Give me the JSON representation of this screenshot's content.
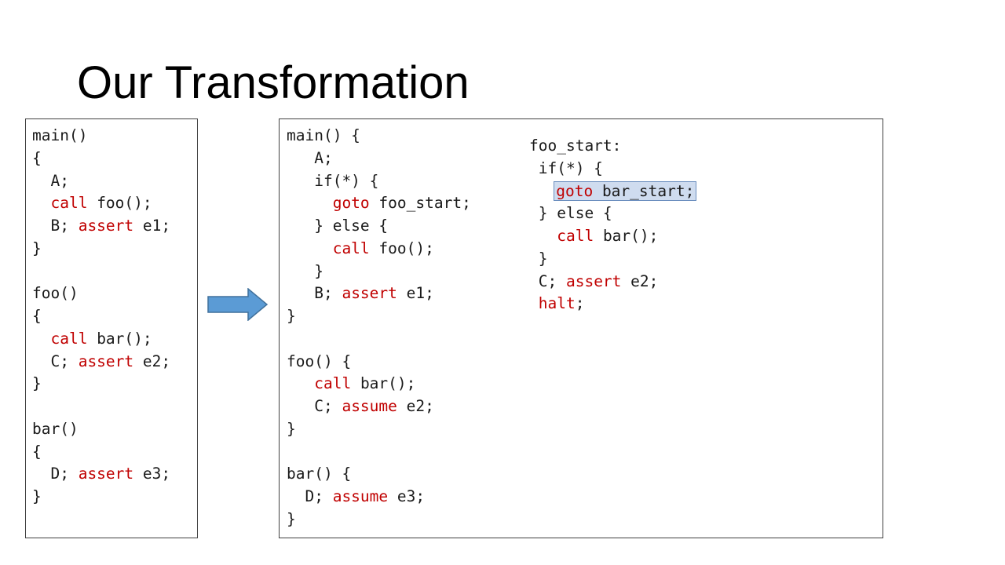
{
  "slide": {
    "title": "Our Transformation"
  },
  "left_code": {
    "lines": [
      [
        {
          "t": "main()"
        }
      ],
      [
        {
          "t": "{"
        }
      ],
      [
        {
          "t": "  A;"
        }
      ],
      [
        {
          "t": "  "
        },
        {
          "t": "call",
          "k": true
        },
        {
          "t": " foo();"
        }
      ],
      [
        {
          "t": "  B; "
        },
        {
          "t": "assert",
          "k": true
        },
        {
          "t": " e1;"
        }
      ],
      [
        {
          "t": "}"
        }
      ],
      [
        {
          "t": ""
        }
      ],
      [
        {
          "t": "foo()"
        }
      ],
      [
        {
          "t": "{"
        }
      ],
      [
        {
          "t": "  "
        },
        {
          "t": "call",
          "k": true
        },
        {
          "t": " bar();"
        }
      ],
      [
        {
          "t": "  C; "
        },
        {
          "t": "assert",
          "k": true
        },
        {
          "t": " e2;"
        }
      ],
      [
        {
          "t": "}"
        }
      ],
      [
        {
          "t": ""
        }
      ],
      [
        {
          "t": "bar()"
        }
      ],
      [
        {
          "t": "{"
        }
      ],
      [
        {
          "t": "  D; "
        },
        {
          "t": "assert",
          "k": true
        },
        {
          "t": " e3;"
        }
      ],
      [
        {
          "t": "}"
        }
      ]
    ]
  },
  "right_main_code": {
    "lines": [
      [
        {
          "t": "main() {"
        }
      ],
      [
        {
          "t": "   A;"
        }
      ],
      [
        {
          "t": "   if(*) {"
        }
      ],
      [
        {
          "t": "     "
        },
        {
          "t": "goto",
          "k": true
        },
        {
          "t": " foo_start;"
        }
      ],
      [
        {
          "t": "   } else {"
        }
      ],
      [
        {
          "t": "     "
        },
        {
          "t": "call",
          "k": true
        },
        {
          "t": " foo();"
        }
      ],
      [
        {
          "t": "   }"
        }
      ],
      [
        {
          "t": "   B; "
        },
        {
          "t": "assert",
          "k": true
        },
        {
          "t": " e1;"
        }
      ],
      [
        {
          "t": "}"
        }
      ],
      [
        {
          "t": ""
        }
      ],
      [
        {
          "t": "foo() {"
        }
      ],
      [
        {
          "t": "   "
        },
        {
          "t": "call",
          "k": true
        },
        {
          "t": " bar();"
        }
      ],
      [
        {
          "t": "   C; "
        },
        {
          "t": "assume",
          "k": true
        },
        {
          "t": " e2;"
        }
      ],
      [
        {
          "t": "}"
        }
      ],
      [
        {
          "t": ""
        }
      ],
      [
        {
          "t": "bar() {"
        }
      ],
      [
        {
          "t": "  D; "
        },
        {
          "t": "assume",
          "k": true
        },
        {
          "t": " e3;"
        }
      ],
      [
        {
          "t": "}"
        }
      ]
    ]
  },
  "right_foo_start_code": {
    "lines": [
      [
        {
          "t": "foo_start:"
        }
      ],
      [
        {
          "t": " if(*) {"
        }
      ],
      [
        {
          "t": "   "
        },
        {
          "t": "goto",
          "k": true,
          "hl": true
        },
        {
          "t": " bar_start;",
          "hl": true
        }
      ],
      [
        {
          "t": " } else {"
        }
      ],
      [
        {
          "t": "   "
        },
        {
          "t": "call",
          "k": true
        },
        {
          "t": " bar();"
        }
      ],
      [
        {
          "t": " }"
        }
      ],
      [
        {
          "t": " C; "
        },
        {
          "t": "assert",
          "k": true
        },
        {
          "t": " e2;"
        }
      ],
      [
        {
          "t": " "
        },
        {
          "t": "halt",
          "k": true
        },
        {
          "t": ";"
        }
      ]
    ]
  },
  "colors": {
    "keyword": "#c00000",
    "arrow_fill": "#5b9bd5",
    "arrow_stroke": "#41719c",
    "highlight_fill": "#cfdcef",
    "highlight_border": "#6b8fbf"
  }
}
